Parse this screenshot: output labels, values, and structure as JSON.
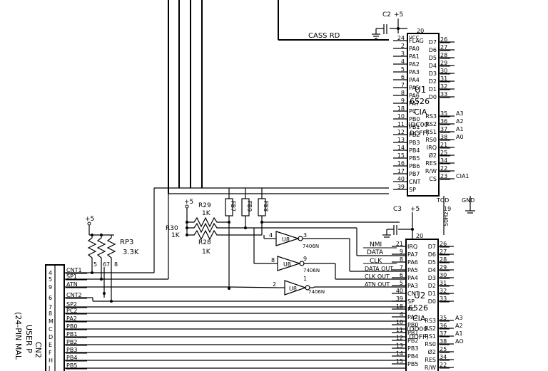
{
  "u1": {
    "name": "U1",
    "part": "6526",
    "type": "CIA",
    "range": "(DC00-DCFF)",
    "left_pins": [
      {
        "num": "24",
        "label": "FLAG"
      },
      {
        "num": "2",
        "label": "PA0"
      },
      {
        "num": "3",
        "label": "PA1"
      },
      {
        "num": "4",
        "label": "PA2"
      },
      {
        "num": "5",
        "label": "PA3"
      },
      {
        "num": "6",
        "label": "PA4"
      },
      {
        "num": "7",
        "label": "PA5"
      },
      {
        "num": "8",
        "label": "PA6"
      },
      {
        "num": "9",
        "label": "PA7"
      },
      {
        "num": "18",
        "label": "PC"
      },
      {
        "num": "10",
        "label": "PB0"
      },
      {
        "num": "11",
        "label": "PB1"
      },
      {
        "num": "12",
        "label": "PB2"
      },
      {
        "num": "13",
        "label": "PB3"
      },
      {
        "num": "14",
        "label": "PB4"
      },
      {
        "num": "15",
        "label": "PB5"
      },
      {
        "num": "16",
        "label": "PB6"
      },
      {
        "num": "17",
        "label": "PB7"
      },
      {
        "num": "40",
        "label": "CNT"
      },
      {
        "num": "39",
        "label": "SP"
      }
    ],
    "right_pins": [
      {
        "num": "26",
        "label": "D7",
        "sig": ""
      },
      {
        "num": "27",
        "label": "D6",
        "sig": ""
      },
      {
        "num": "28",
        "label": "D5",
        "sig": ""
      },
      {
        "num": "29",
        "label": "D4",
        "sig": ""
      },
      {
        "num": "30",
        "label": "D3",
        "sig": ""
      },
      {
        "num": "31",
        "label": "D2",
        "sig": ""
      },
      {
        "num": "32",
        "label": "D1",
        "sig": ""
      },
      {
        "num": "33",
        "label": "D0",
        "sig": ""
      },
      {
        "num": "35",
        "label": "RS3",
        "sig": "A3"
      },
      {
        "num": "36",
        "label": "RS2",
        "sig": "A2"
      },
      {
        "num": "37",
        "label": "RS1",
        "sig": "A1"
      },
      {
        "num": "38",
        "label": "RS0",
        "sig": "A0"
      },
      {
        "num": "21",
        "label": "IRQ",
        "sig": ""
      },
      {
        "num": "25",
        "label": "Ø2",
        "sig": ""
      },
      {
        "num": "34",
        "label": "RES",
        "sig": ""
      },
      {
        "num": "22",
        "label": "R/W",
        "sig": ""
      },
      {
        "num": "23",
        "label": "CS",
        "sig": "CIA1"
      }
    ],
    "vcc_label": "VCC",
    "vcc_pin": "20",
    "tod_label": "TOD",
    "tod_pin": "19",
    "gnd_label": "GND"
  },
  "u2": {
    "name": "U2",
    "part": "6526",
    "type": "CIA",
    "range": "(DD00-DDFF)",
    "left_pins": [
      {
        "num": "21",
        "label": "IRQ"
      },
      {
        "num": "9",
        "label": "PA7"
      },
      {
        "num": "8",
        "label": "PA6"
      },
      {
        "num": "7",
        "label": "PA5"
      },
      {
        "num": "6",
        "label": "PA4"
      },
      {
        "num": "5",
        "label": "PA3"
      },
      {
        "num": "40",
        "label": "CNT"
      },
      {
        "num": "39",
        "label": "SP"
      },
      {
        "num": "18",
        "label": "PC"
      },
      {
        "num": "4",
        "label": "PA2"
      },
      {
        "num": "10",
        "label": "PB0"
      },
      {
        "num": "11",
        "label": "PB1"
      },
      {
        "num": "12",
        "label": "PB2"
      },
      {
        "num": "13",
        "label": "PB3"
      },
      {
        "num": "14",
        "label": "PB4"
      },
      {
        "num": "15",
        "label": "PB5"
      }
    ],
    "right_pins": [
      {
        "num": "26",
        "label": "D7",
        "sig": ""
      },
      {
        "num": "27",
        "label": "D6",
        "sig": ""
      },
      {
        "num": "28",
        "label": "D5",
        "sig": ""
      },
      {
        "num": "29",
        "label": "D4",
        "sig": ""
      },
      {
        "num": "30",
        "label": "D3",
        "sig": ""
      },
      {
        "num": "31",
        "label": "D2",
        "sig": ""
      },
      {
        "num": "32",
        "label": "D1",
        "sig": ""
      },
      {
        "num": "33",
        "label": "D0",
        "sig": ""
      },
      {
        "num": "35",
        "label": "RS3",
        "sig": "A3"
      },
      {
        "num": "36",
        "label": "RS2",
        "sig": "A2"
      },
      {
        "num": "37",
        "label": "RS1",
        "sig": "A1"
      },
      {
        "num": "38",
        "label": "RS0",
        "sig": "AO"
      },
      {
        "num": "25",
        "label": "Ø2",
        "sig": ""
      },
      {
        "num": "34",
        "label": "RES",
        "sig": ""
      },
      {
        "num": "22",
        "label": "R/W",
        "sig": ""
      }
    ],
    "vcc_pin": "20"
  },
  "u2_nets": [
    "NMI",
    "DATA",
    "CLK",
    "DATA OUT",
    "CLK OUT",
    "ATN OUT"
  ],
  "net_cass_rd": "CASS RD",
  "c2": {
    "name": "C2",
    "supply": "+5"
  },
  "c3": {
    "name": "C3",
    "supply": "+5"
  },
  "tod_net": "50Hz",
  "ferrites": [
    "FB7",
    "FB9",
    "FB8"
  ],
  "r29": {
    "name": "R29",
    "value": "1K"
  },
  "r30": {
    "name": "R30",
    "value": "1K"
  },
  "r28": {
    "name": "R28",
    "value": "1K"
  },
  "rp3": {
    "name": "RP3",
    "value": "3.3K",
    "pin_a": "5",
    "pin_b": "6",
    "pin_c": "7",
    "pin_d": "8"
  },
  "supply_plus5": "+5",
  "buffers": [
    {
      "in_pin": "4",
      "out_pin": "3",
      "ref": "U8",
      "part": "7406N"
    },
    {
      "in_pin": "8",
      "out_pin": "9",
      "ref": "U8",
      "part": "7406N"
    },
    {
      "in_pin": "2",
      "out_pin": "1",
      "ref": "U8",
      "part": "7406N"
    }
  ],
  "connector": {
    "title_lines": [
      "(24-PIN MAL",
      "USER P",
      "CN2"
    ],
    "rows": [
      {
        "pin": "4",
        "net": "CNT1"
      },
      {
        "pin": "5",
        "net": "SP1"
      },
      {
        "pin": "9",
        "net": "ATN"
      },
      {
        "pin": "6",
        "net": "CNT2"
      },
      {
        "pin": "7",
        "net": "SP2"
      },
      {
        "pin": "8",
        "net": "PC2"
      },
      {
        "pin": "M",
        "net": "PA2"
      },
      {
        "pin": "C",
        "net": "PB0"
      },
      {
        "pin": "D",
        "net": "PB1"
      },
      {
        "pin": "E",
        "net": "PB2"
      },
      {
        "pin": "F",
        "net": "PB3"
      },
      {
        "pin": "H",
        "net": "PB4"
      },
      {
        "pin": "J",
        "net": "PB5"
      }
    ]
  }
}
